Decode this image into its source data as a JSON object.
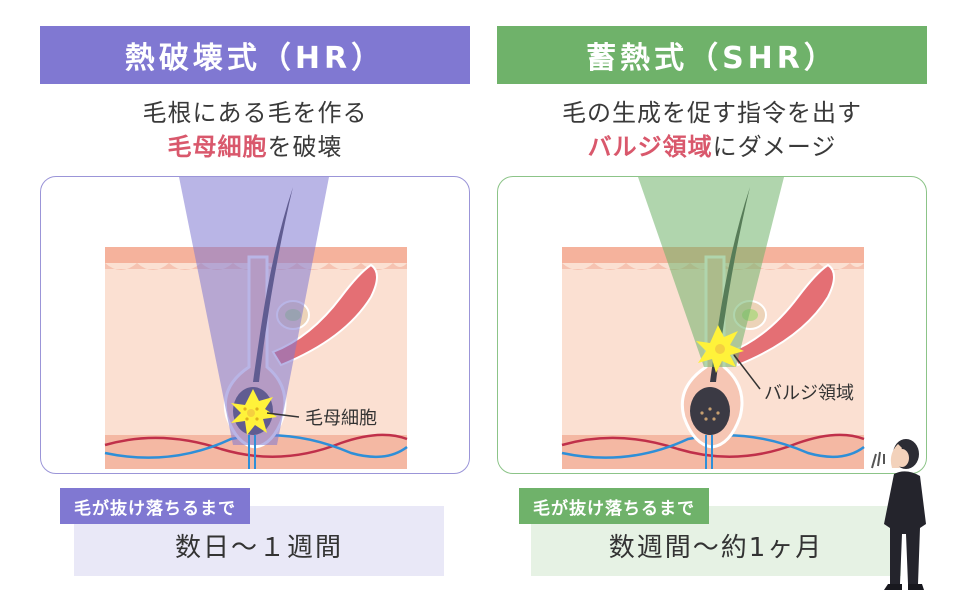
{
  "left": {
    "title": "熱破壊式（HR）",
    "desc_line1": "毛根にある毛を作る",
    "desc_highlight": "毛母細胞",
    "desc_line2_rest": "を破壊",
    "label": "毛母細胞",
    "tag": "毛が抜け落ちるまで",
    "result": "数日～１週間",
    "color": "#8078d2"
  },
  "right": {
    "title": "蓄熱式（SHR）",
    "desc_line1": "毛の生成を促す指令を出す",
    "desc_highlight": "バルジ領域",
    "desc_line2_rest": "にダメージ",
    "label": "バルジ領域",
    "tag": "毛が抜け落ちるまで",
    "result": "数週間～約1ヶ月",
    "color": "#6fb26a"
  },
  "colors": {
    "highlight": "#d9586c",
    "skin_top": "#f4b3a0",
    "skin_body": "#fbe0d2",
    "fat_layer": "#f7c2ad",
    "spark": "#fff23a"
  }
}
